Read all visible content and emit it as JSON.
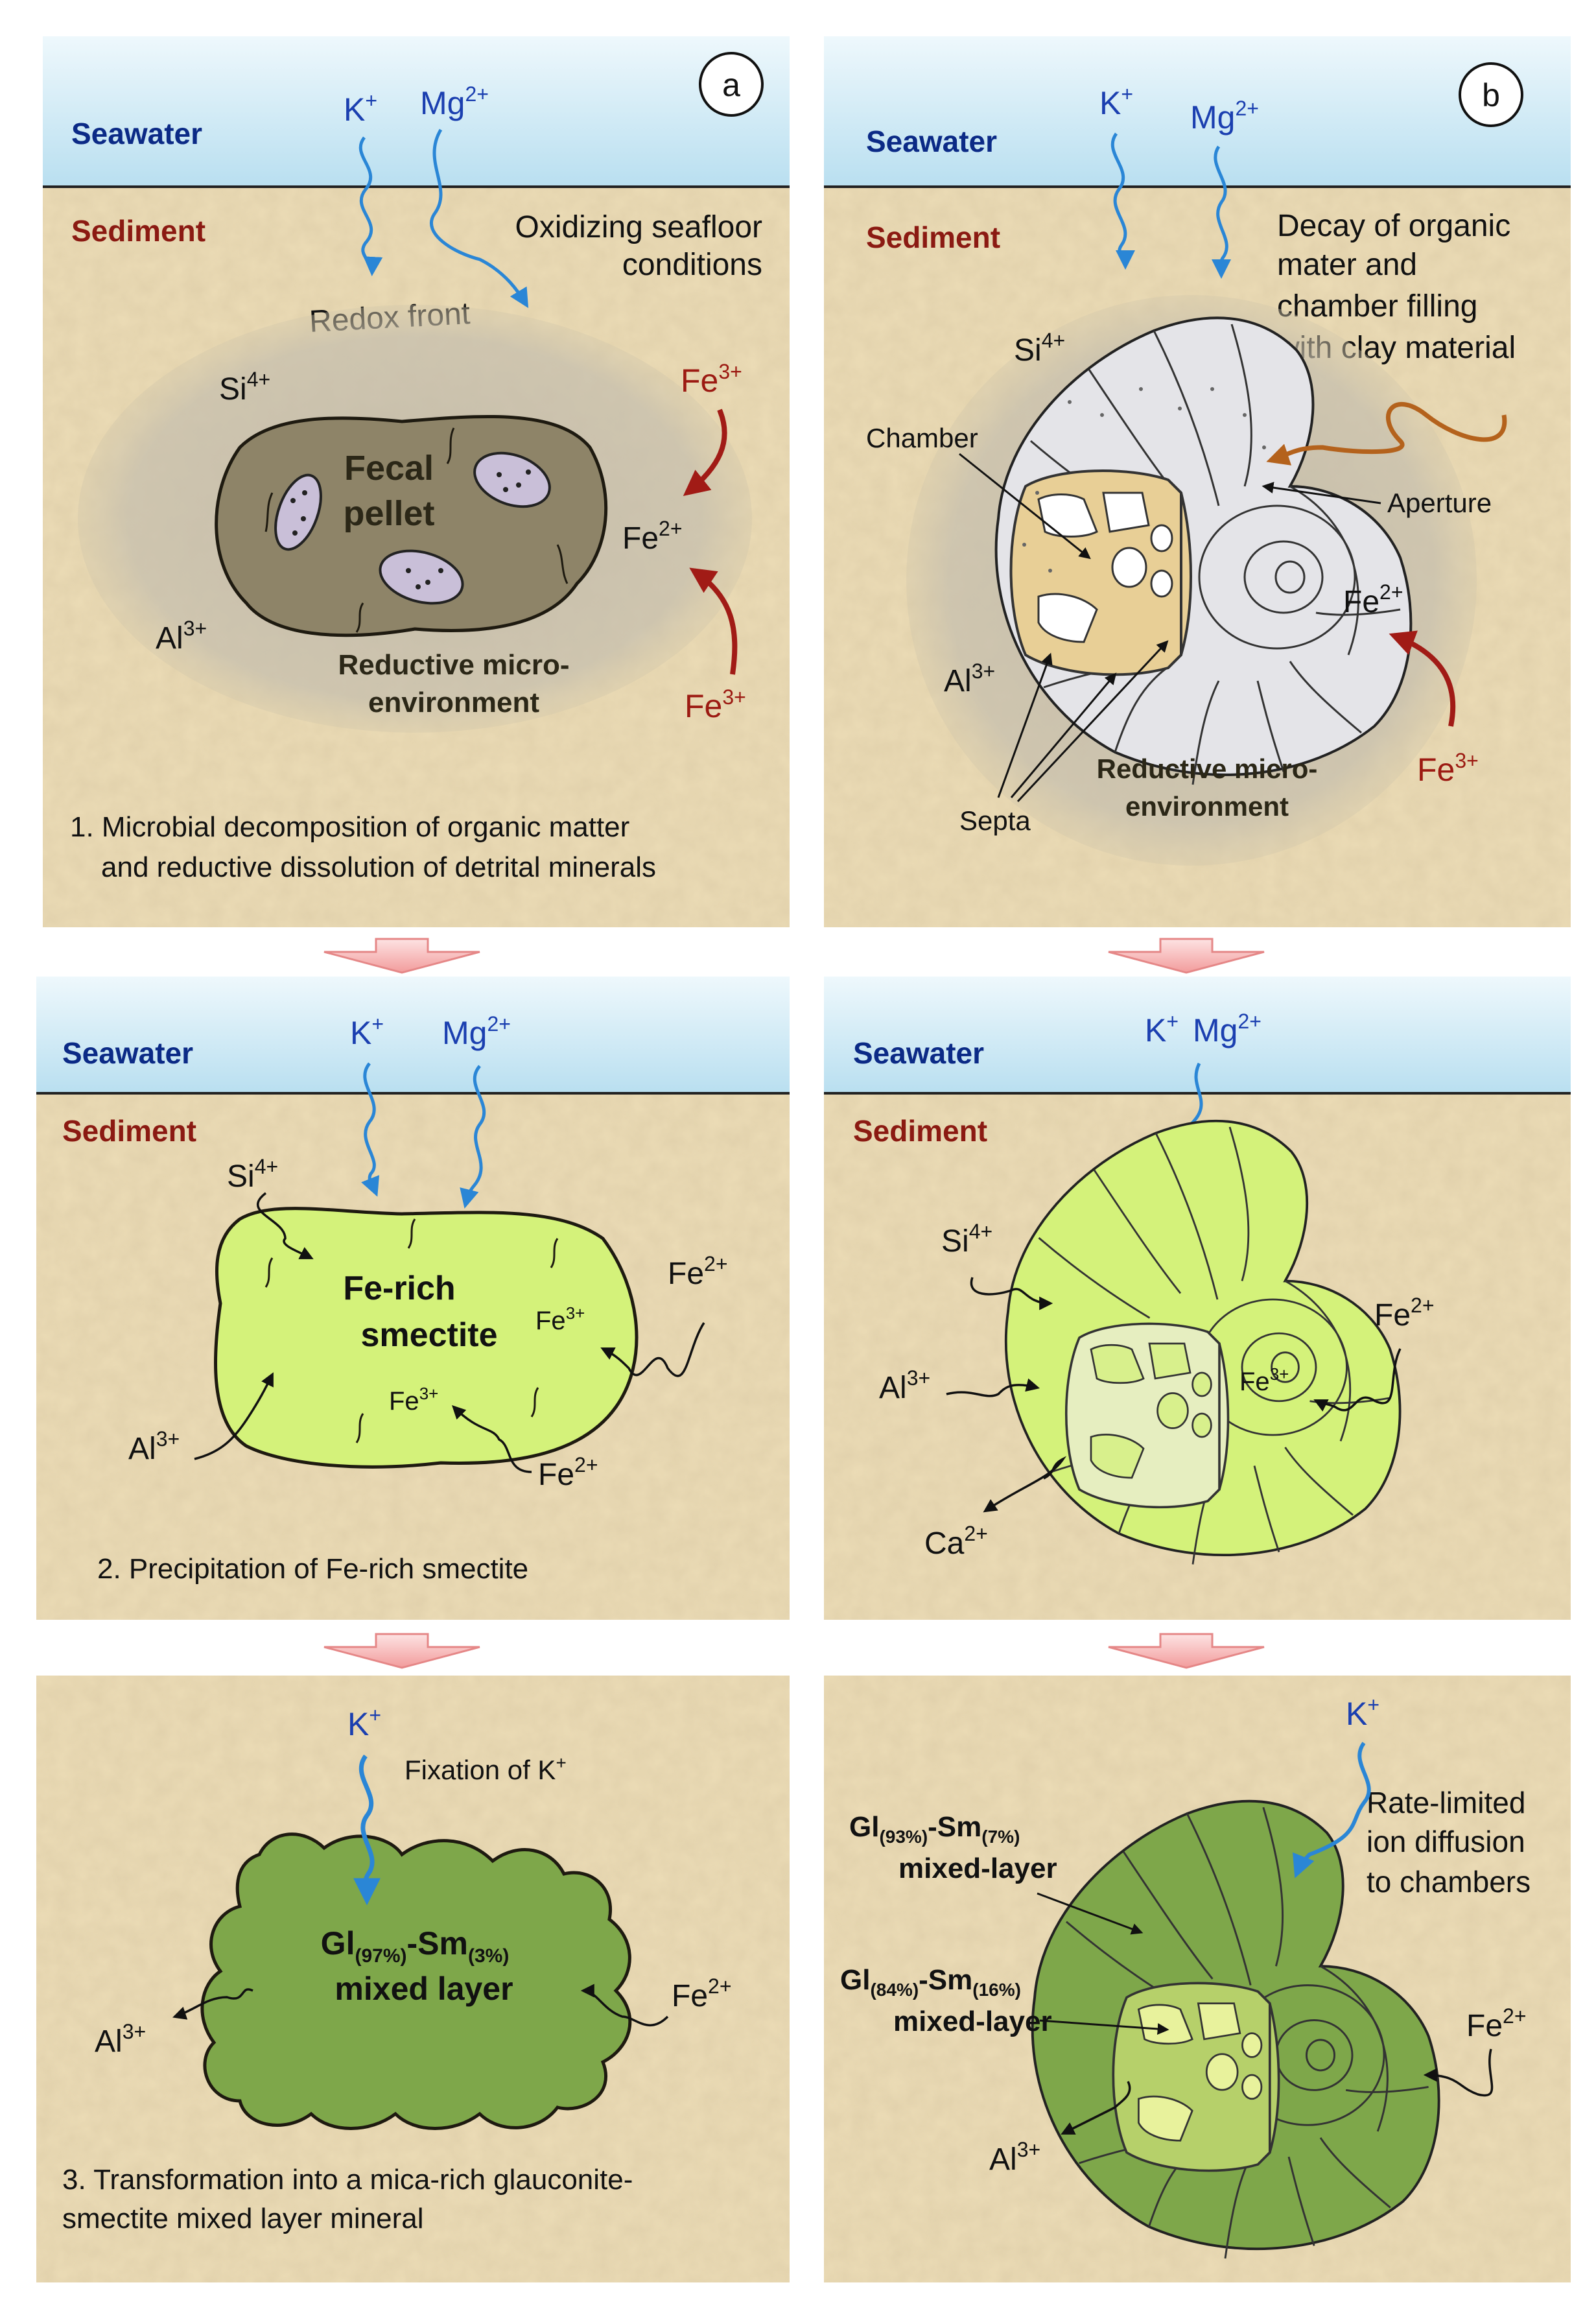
{
  "panel_letters": {
    "a": "a",
    "b": "b"
  },
  "labels": {
    "seawater": "Seawater",
    "sediment": "Sediment",
    "k_ion": "K",
    "k_charge": "+",
    "mg_ion": "Mg",
    "mg_charge": "2+",
    "si_ion": "Si",
    "si_charge": "4+",
    "al_ion": "Al",
    "al_charge": "3+",
    "fe_ion": "Fe",
    "fe3_charge": "3+",
    "fe2_charge": "2+",
    "ca_ion": "Ca",
    "ca_charge": "2+"
  },
  "panel_a1": {
    "oxidizing_line1": "Oxidizing seafloor",
    "oxidizing_line2": "conditions",
    "redox_front": "Redox  front",
    "pellet_line1": "Fecal",
    "pellet_line2": "pellet",
    "reductive_line1": "Reductive micro-",
    "reductive_line2": "environment",
    "caption_line1": "1. Microbial decomposition of organic matter",
    "caption_line2": "and reductive dissolution of detrital minerals"
  },
  "panel_b1": {
    "decay_line1": "Decay of organic",
    "decay_line2": "mater and",
    "decay_line3": "chamber filling",
    "decay_line4": "with clay material",
    "chamber": "Chamber",
    "aperture": "Aperture",
    "septa": "Septa",
    "reductive_line1": "Reductive micro-",
    "reductive_line2": "environment"
  },
  "panel_a2": {
    "grain_line1": "Fe-rich",
    "grain_line2": "smectite",
    "caption": "2. Precipitation of Fe-rich smectite"
  },
  "panel_a3": {
    "fixation": "Fixation of K",
    "fixation_charge": "+",
    "gl": "Gl",
    "gl_pct": "(97%)",
    "sm": "-Sm",
    "sm_pct": "(3%)",
    "mixed": "mixed layer",
    "caption_line1": "3. Transformation into a mica-rich glauconite-",
    "caption_line2": "smectite mixed layer mineral"
  },
  "panel_b3": {
    "rate_line1": "Rate-limited",
    "rate_line2": "ion diffusion",
    "rate_line3": "to chambers",
    "outer_gl": "Gl",
    "outer_gl_pct": "(93%)",
    "outer_sm": "-Sm",
    "outer_sm_pct": "(7%)",
    "outer_mixed": "mixed-layer",
    "inner_gl": "Gl",
    "inner_gl_pct": "(84%)",
    "inner_sm": "-Sm",
    "inner_sm_pct": "(16%)",
    "inner_mixed": "mixed-layer"
  },
  "colors": {
    "seawater_top": "#eef8fc",
    "seawater_bottom": "#b9dff0",
    "sediment": "#ecdcb6",
    "halo": "#c8c0b0",
    "fecal_pellet": "#8e8468",
    "smectite": "#d4f27a",
    "glauconite": "#7ea74a",
    "clay_fill": "#e8cf96",
    "arrow_blue": "#2a86d6",
    "arrow_red": "#a11b16",
    "arrow_orange": "#b4621c",
    "transition_arrow": "#f4a9a9"
  }
}
